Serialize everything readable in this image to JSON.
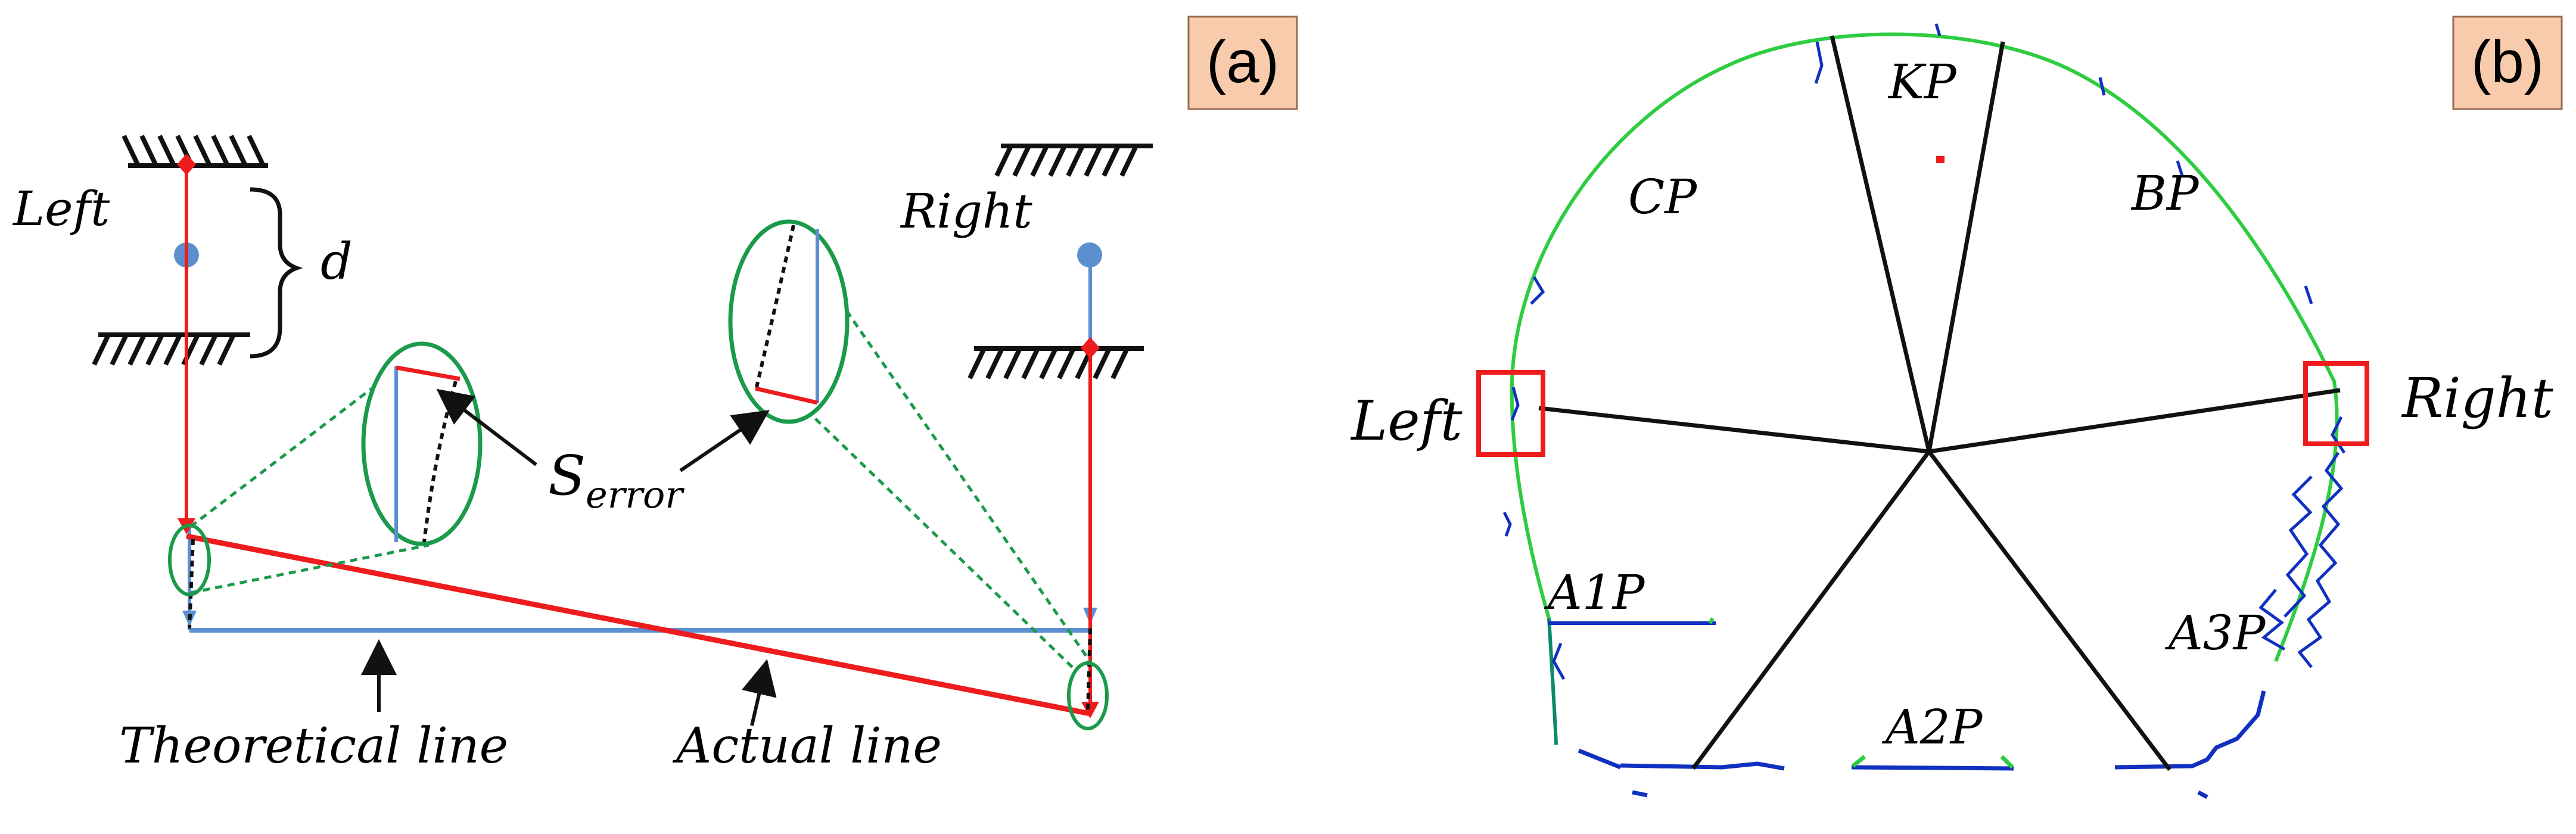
{
  "colors": {
    "red": "#ee1c1c",
    "blue": "#5b8fcf",
    "green": "#1a9a4a",
    "black": "#111111",
    "label_bg": "#f8cbad",
    "scan_green": "#2ecc40",
    "scan_blue": "#1030c0",
    "scan_dark": "#0a8a6a"
  },
  "panel_a": {
    "tag": "(a)",
    "left_label": "Left",
    "right_label": "Right",
    "d_label": "d",
    "s_error_main": "S",
    "s_error_sub": "error",
    "theoretical_label": "Theoretical line",
    "actual_label": "Actual line"
  },
  "panel_b": {
    "tag": "(b)",
    "left_label": "Left",
    "right_label": "Right",
    "sections": [
      "KP",
      "CP",
      "BP",
      "A1P",
      "A2P",
      "A3P"
    ]
  }
}
